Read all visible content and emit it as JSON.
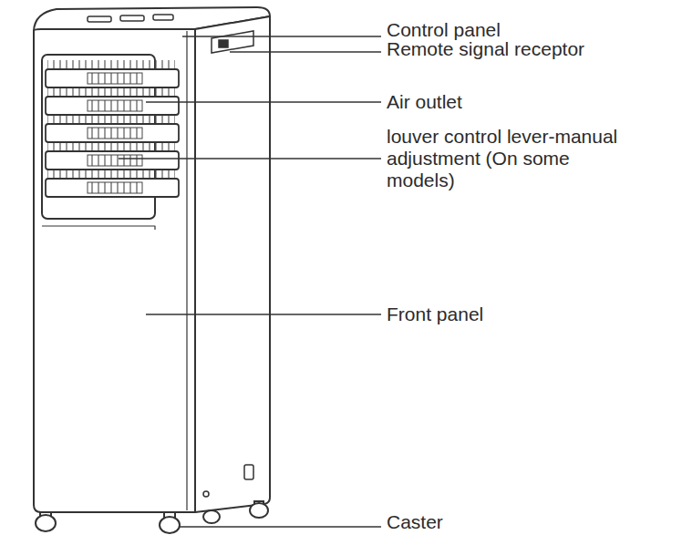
{
  "diagram": {
    "labels": [
      "Control panel",
      "Remote signal receptor",
      "Air outlet",
      "louver control lever-manual adjustment (On some models)",
      "Front panel",
      "Caster"
    ]
  }
}
